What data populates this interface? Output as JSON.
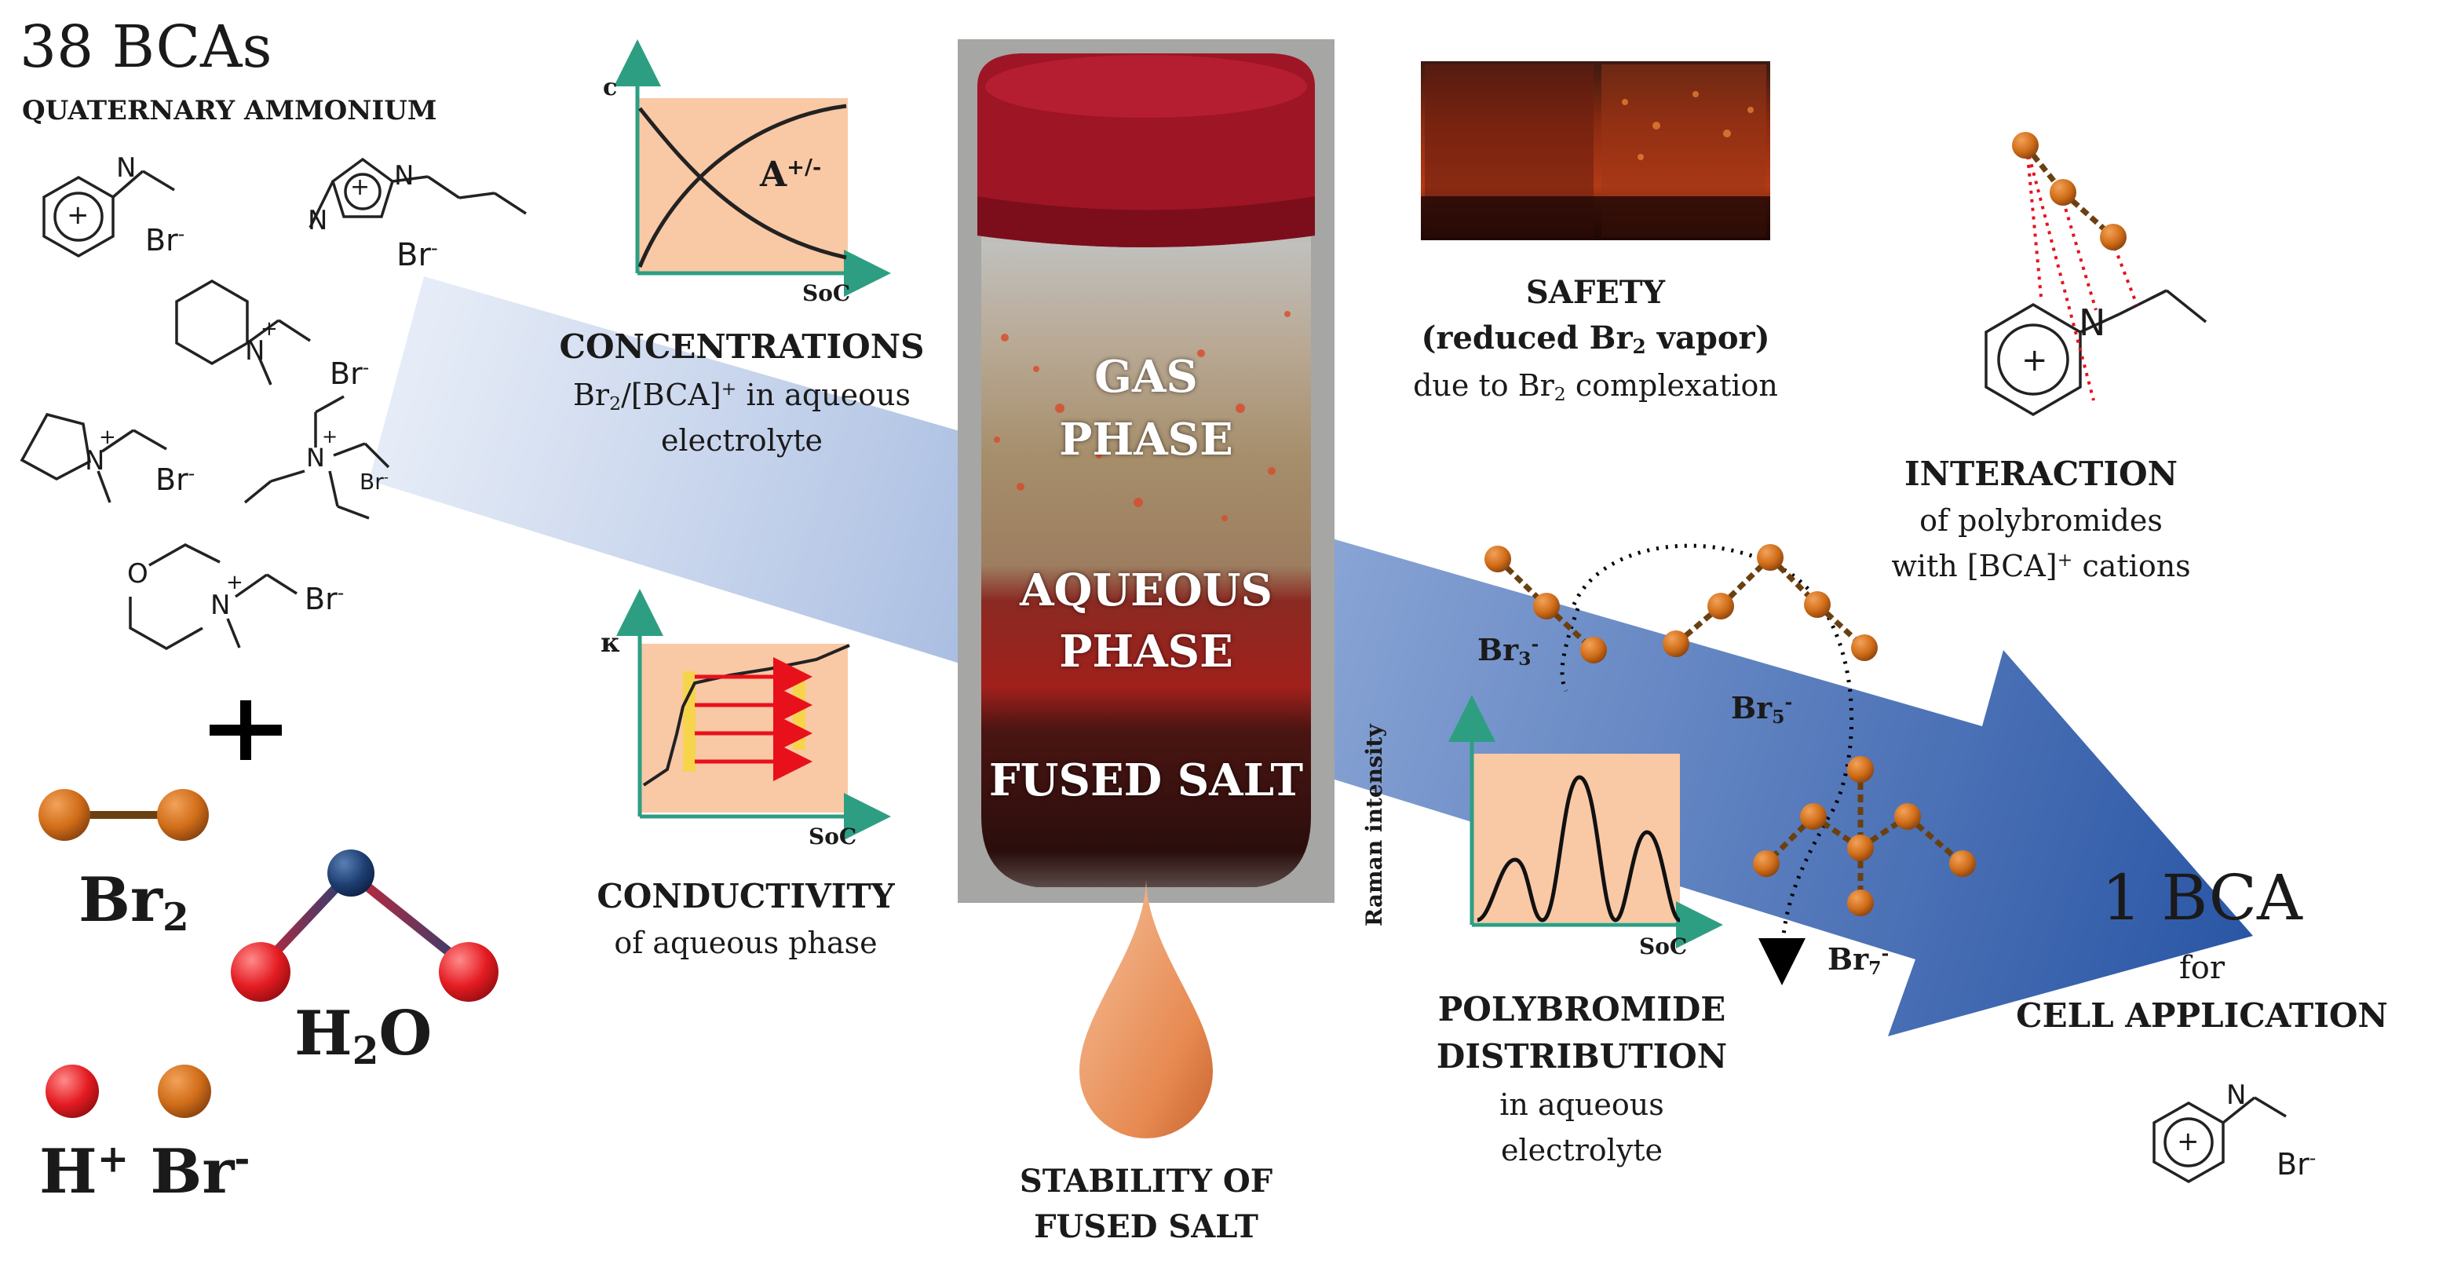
{
  "left": {
    "title": "38 BCAs",
    "subtitle": "QUATERNARY AMMONIUM",
    "plus": "+",
    "ion_br": "Br",
    "ion_minus": "-",
    "cation_plus": "+",
    "atom_n": "N",
    "atom_o": "O",
    "br2": {
      "base": "Br",
      "sub": "2"
    },
    "h2o": {
      "h": "H",
      "sub": "2",
      "o": "O"
    },
    "hbr": {
      "h": "H",
      "hsup": "+",
      "br": "Br",
      "brsup": "-"
    }
  },
  "concentration": {
    "ylabel": "c",
    "xlabel": "SoC",
    "label": "A",
    "label_sup": "+/-",
    "title": "CONCENTRATIONS",
    "desc1_a": "Br",
    "desc1_sub": "2",
    "desc1_b": "/[BCA]",
    "desc1_sup": "+",
    "desc1_c": " in aqueous",
    "desc2": "electrolyte"
  },
  "conductivity": {
    "ylabel": "κ",
    "xlabel": "SoC",
    "title": "CONDUCTIVITY",
    "desc": "of aqueous phase"
  },
  "jar": {
    "gas1": "GAS",
    "gas2": "PHASE",
    "aq1": "AQUEOUS",
    "aq2": "PHASE",
    "fused": "FUSED SALT"
  },
  "stability": {
    "line1": "STABILITY OF",
    "line2": "FUSED SALT"
  },
  "safety": {
    "title": "SAFETY",
    "desc1_a": "(reduced Br",
    "desc1_sub": "2",
    "desc1_b": " vapor)",
    "desc2_a": "due to Br",
    "desc2_sub": "2",
    "desc2_b": " complexation"
  },
  "interaction": {
    "title": "INTERACTION",
    "desc1": "of polybromides",
    "desc2_a": "with [BCA]",
    "desc2_sup": "+",
    "desc2_b": " cations"
  },
  "polybromide": {
    "ylabel": "Raman intensity",
    "xlabel": "SoC",
    "br3": {
      "base": "Br",
      "sub": "3",
      "sup": "-"
    },
    "br5": {
      "base": "Br",
      "sub": "5",
      "sup": "-"
    },
    "br7": {
      "base": "Br",
      "sub": "7",
      "sup": "-"
    },
    "title1": "POLYBROMIDE",
    "title2": "DISTRIBUTION",
    "desc1": "in aqueous",
    "desc2": "electrolyte"
  },
  "result": {
    "title": "1 BCA",
    "line1": "for",
    "line2": "CELL APPLICATION"
  },
  "colors": {
    "panel": "#f9c8a5",
    "axis": "#2e9e82",
    "arrow_start": "#dfe7f5",
    "arrow_end": "#2e59a8",
    "bromine": "#d8741c",
    "oxygen": "#e8202a",
    "water_o": "#1f3f75",
    "red_dots": "#e0202a"
  }
}
